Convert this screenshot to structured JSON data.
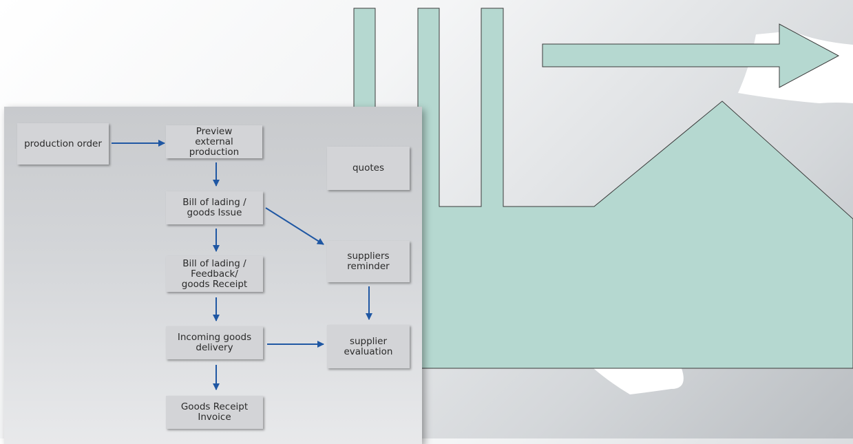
{
  "nodes": {
    "production_order": "production order",
    "preview": "Preview\nexternal production",
    "quotes": "quotes",
    "bill_issue": "Bill of lading /\ngoods Issue",
    "bill_receipt": "Bill of lading /\nFeedback/\ngoods Receipt",
    "suppliers_reminder": "suppliers\nreminder",
    "incoming": "Incoming goods\ndelivery",
    "supplier_evaluation": "supplier\nevaluation",
    "goods_receipt_invoice": "Goods Receipt\nInvoice"
  },
  "colors": {
    "arrow": "#1f57a3",
    "factory_fill": "#b5d8d0",
    "factory_stroke": "#3a3a3a"
  }
}
